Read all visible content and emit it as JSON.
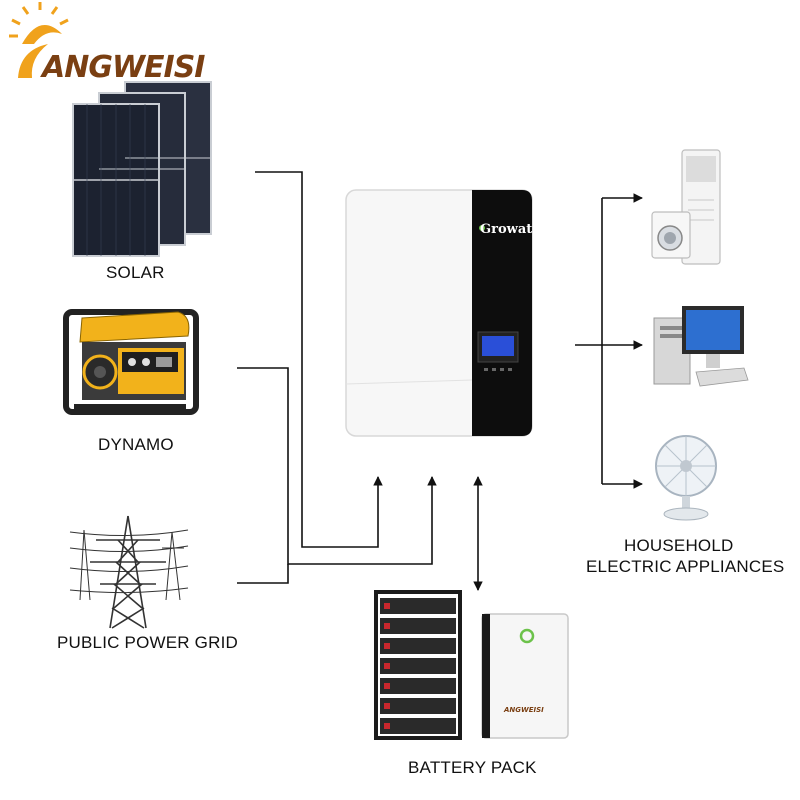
{
  "brand": {
    "logo_text": "ANGWEISI"
  },
  "sources": {
    "solar": "SOLAR",
    "dynamo": "DYNAMO",
    "grid": "PUBLIC POWER GRID"
  },
  "inverter": {
    "brand": "Growatt"
  },
  "loads": {
    "label_line1": "HOUSEHOLD",
    "label_line2": "ELECTRIC APPLIANCES"
  },
  "storage": {
    "label": "BATTERY PACK",
    "wall_battery_brand": "ANGWEISI"
  },
  "colors": {
    "line": "#111111",
    "logo_orange": "#f0a21c",
    "logo_brown": "#7a3f12",
    "panel_dark": "#1c2230",
    "inverter_black": "#0d0d0d",
    "lcd_blue": "#2a4fd8",
    "generator_yellow": "#f2b21b",
    "battery_red": "#c8272d",
    "accent_green": "#6cc24a"
  }
}
